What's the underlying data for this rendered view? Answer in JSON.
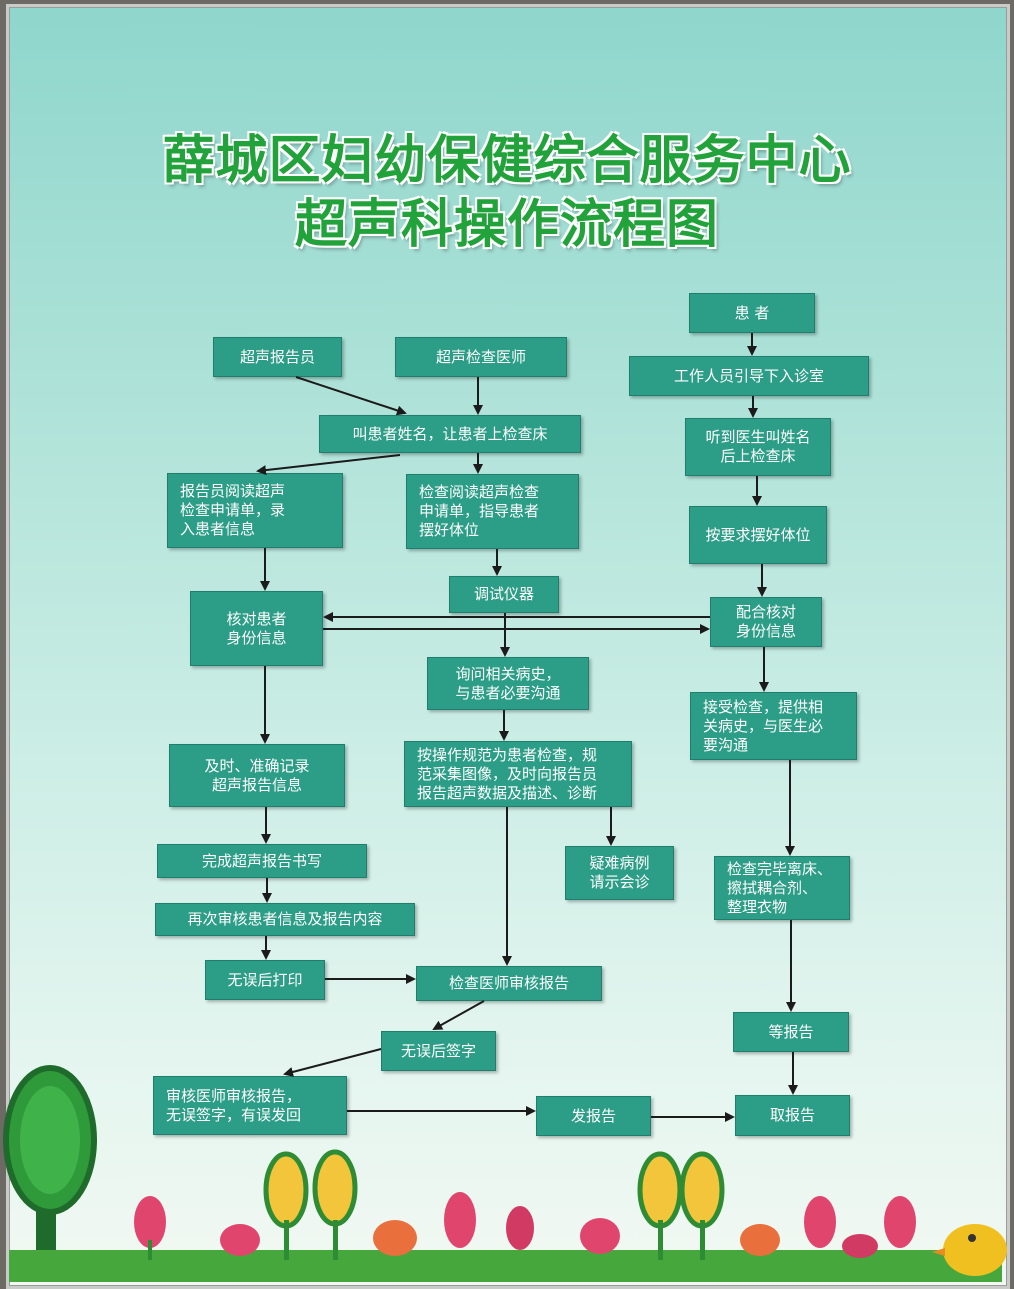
{
  "title": {
    "line1": "薛城区妇幼保健综合服务中心",
    "line2": "超声科操作流程图"
  },
  "boxes": {
    "patient": "患  者",
    "reporter": "超声报告员",
    "doctor": "超声检查医师",
    "guide": "工作人员引导下入诊室",
    "call_name": "叫患者姓名，让患者上检查床",
    "hear_name": "听到医生叫姓名\n后上检查床",
    "read_request": "报告员阅读超声\n检查申请单，录\n入患者信息",
    "doctor_read": "检查阅读超声检查\n申请单，指导患者\n摆好体位",
    "position": "按要求摆好体位",
    "adjust": "调试仪器",
    "verify": "核对患者\n身份信息",
    "cooperate": "配合核对\n身份信息",
    "ask_history": "询问相关病史，\n与患者必要沟通",
    "accept": "接受检查，提供相\n关病史，与医生必\n要沟通",
    "record": "及时、准确记录\n超声报告信息",
    "perform": "按操作规范为患者检查，规\n范采集图像，及时向报告员\n报告超声数据及描述、诊断",
    "finish_write": "完成超声报告书写",
    "difficult": "疑难病例\n请示会诊",
    "leave": "检查完毕离床、\n擦拭耦合剂、\n整理衣物",
    "recheck": "再次审核患者信息及报告内容",
    "print": "无误后打印",
    "doctor_review": "检查医师审核报告",
    "wait": "等报告",
    "sign": "无误后签字",
    "senior_review": "审核医师审核报告，\n无误签字，有误发回",
    "issue": "发报告",
    "collect": "取报告"
  },
  "colors": {
    "box": "#2c9d86",
    "title": "#22a23a",
    "arrow": "#1b1b1b"
  }
}
